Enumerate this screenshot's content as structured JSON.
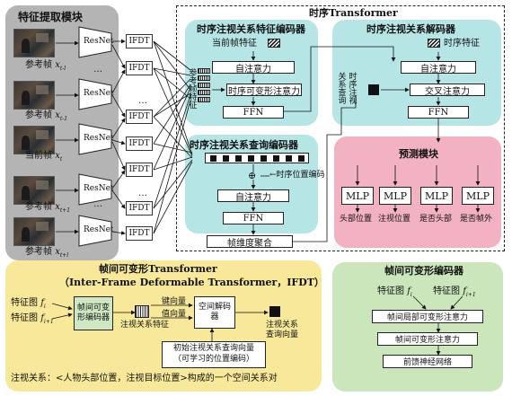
{
  "colors": {
    "gray_panel": "#b4b4b4",
    "teal_panel": "#b6e5e5",
    "pink_panel": "#f2b2c1",
    "yellow_panel": "#f8e99a",
    "green_panel": "#cbe6ba",
    "ifdt_green": "#cfe8c3"
  },
  "feature": {
    "title": "特征提取模块",
    "resnet": "ResNet",
    "ifdt": "IFDT",
    "frames": [
      {
        "base": "参考帧 ",
        "sub": "t-l"
      },
      {
        "base": "参考帧 ",
        "sub": "t-1"
      },
      {
        "base": "当前帧 ",
        "sub": "t"
      },
      {
        "base": "参考帧 ",
        "sub": "t+1"
      },
      {
        "base": "参考帧 ",
        "sub": "t+l"
      }
    ],
    "frame_var": "x",
    "dots": "…"
  },
  "transformer": {
    "title": "时序Transformer",
    "encoder_title": "时序注视关系特征编码器",
    "current_feat": "当前帧特征",
    "ref_feat": "参考帧特征",
    "self_attn": "自注意力",
    "deform_attn": "时序可变形注意力",
    "ffn": "FFN",
    "decoder_title": "时序注视关系解码器",
    "time_feat": "时序特征",
    "query_label": "关系查询",
    "time_vis_label": "时序注视",
    "cross_attn": "交叉注意力",
    "query_encoder_title": "时序注视关系查询编码器",
    "pos_enc": "时序位置编码",
    "plus": "⊕",
    "agg": "帧维度聚合"
  },
  "prediction": {
    "title": "预测模块",
    "mlp": "MLP",
    "outputs": [
      "头部位置",
      "注视位置",
      "是否头部",
      "是否帧外"
    ]
  },
  "ifdt_panel": {
    "title": "帧间可变形Transformer",
    "subtitle": "（Inter-Frame Deformable Transformer，IFDT）",
    "feat_label": "特征图",
    "f": "f",
    "sub_i": "i",
    "sub_i1": "i+1",
    "encoder": "帧间可变形编码器",
    "key": "键向量",
    "value": "值向量",
    "spatial_feat": "注视关系特征",
    "decoder": "空间解码器",
    "query_vec": "注视关系查询向量",
    "init_query": "初始注视关系查询向量",
    "learnable": "（可学习的位置编码）",
    "note": "注视关系：<人物头部位置，注视目标位置>构成的一个空间关系对"
  },
  "encoder_panel": {
    "title": "帧间可变形编码器",
    "feat_label": "特征图",
    "local_attn": "帧间局部可变形注意力",
    "inter_attn": "帧间可变形注意力",
    "ffn": "前馈神经网络"
  }
}
